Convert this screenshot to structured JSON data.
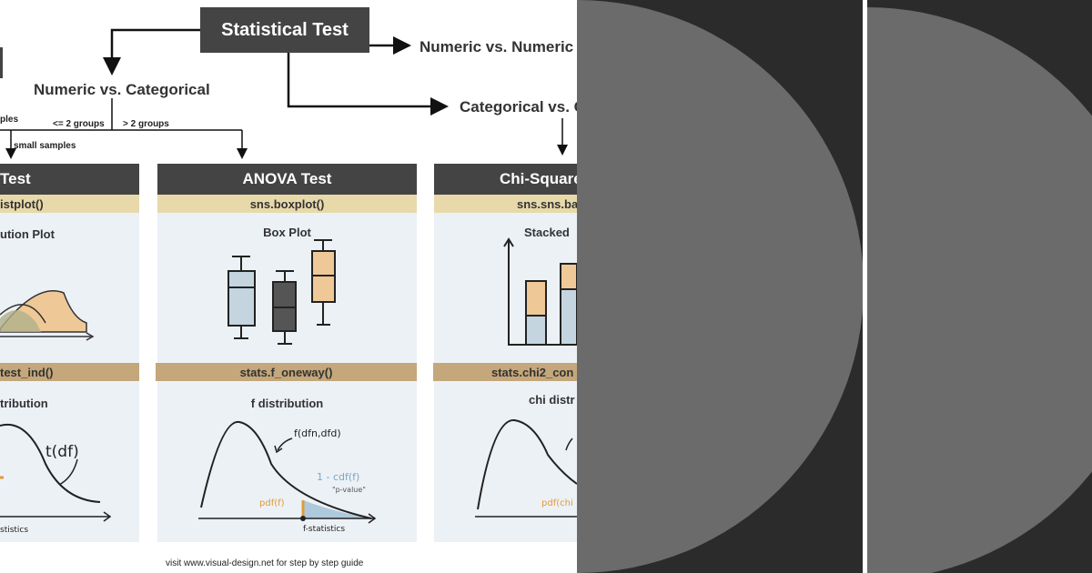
{
  "root": {
    "label": "Statistical Test"
  },
  "branches": {
    "left": "Numeric vs. Categorical",
    "right_top": "Numeric vs. Numeric -",
    "right_mid": "Categorical vs. C"
  },
  "edge_labels": {
    "samples_cut": "ples",
    "small_samples": "small samples",
    "le2": "<= 2 groups",
    "gt2": "> 2 groups"
  },
  "cards": [
    {
      "title": "Test",
      "viz_fn": "istplot()",
      "viz_title": "ution Plot",
      "stat_fn": "test_ind()",
      "dist_title": "tribution"
    },
    {
      "title": "ANOVA Test",
      "viz_fn": "sns.boxplot()",
      "viz_title": "Box Plot",
      "stat_fn": "stats.f_oneway()",
      "dist_title": "f distribution"
    },
    {
      "title": "Chi-Square",
      "viz_fn": "sns.sns.ba",
      "viz_title": "Stacked",
      "stat_fn": "stats.chi2_con",
      "dist_title": "chi distr"
    }
  ],
  "sketch_labels": {
    "t_df": "t(df)",
    "t_stat": "stistics",
    "f_dfn": "f(dfn,dfd)",
    "cdf": "1 - cdf(f)",
    "pvalue": "\"p-value\"",
    "pdf_f": "pdf(f)",
    "f_stat": "f-statistics",
    "pdf_chi": "pdf(chi"
  },
  "footer": "visit www.visual-design.net for step by step guide",
  "colors": {
    "header": "#444444",
    "fn1": "#e8d9aa",
    "fn2": "#c4a77a",
    "card": "#ecf1f6",
    "panel_bg": "#2b2b2b",
    "circle": "#6b6b6b"
  }
}
